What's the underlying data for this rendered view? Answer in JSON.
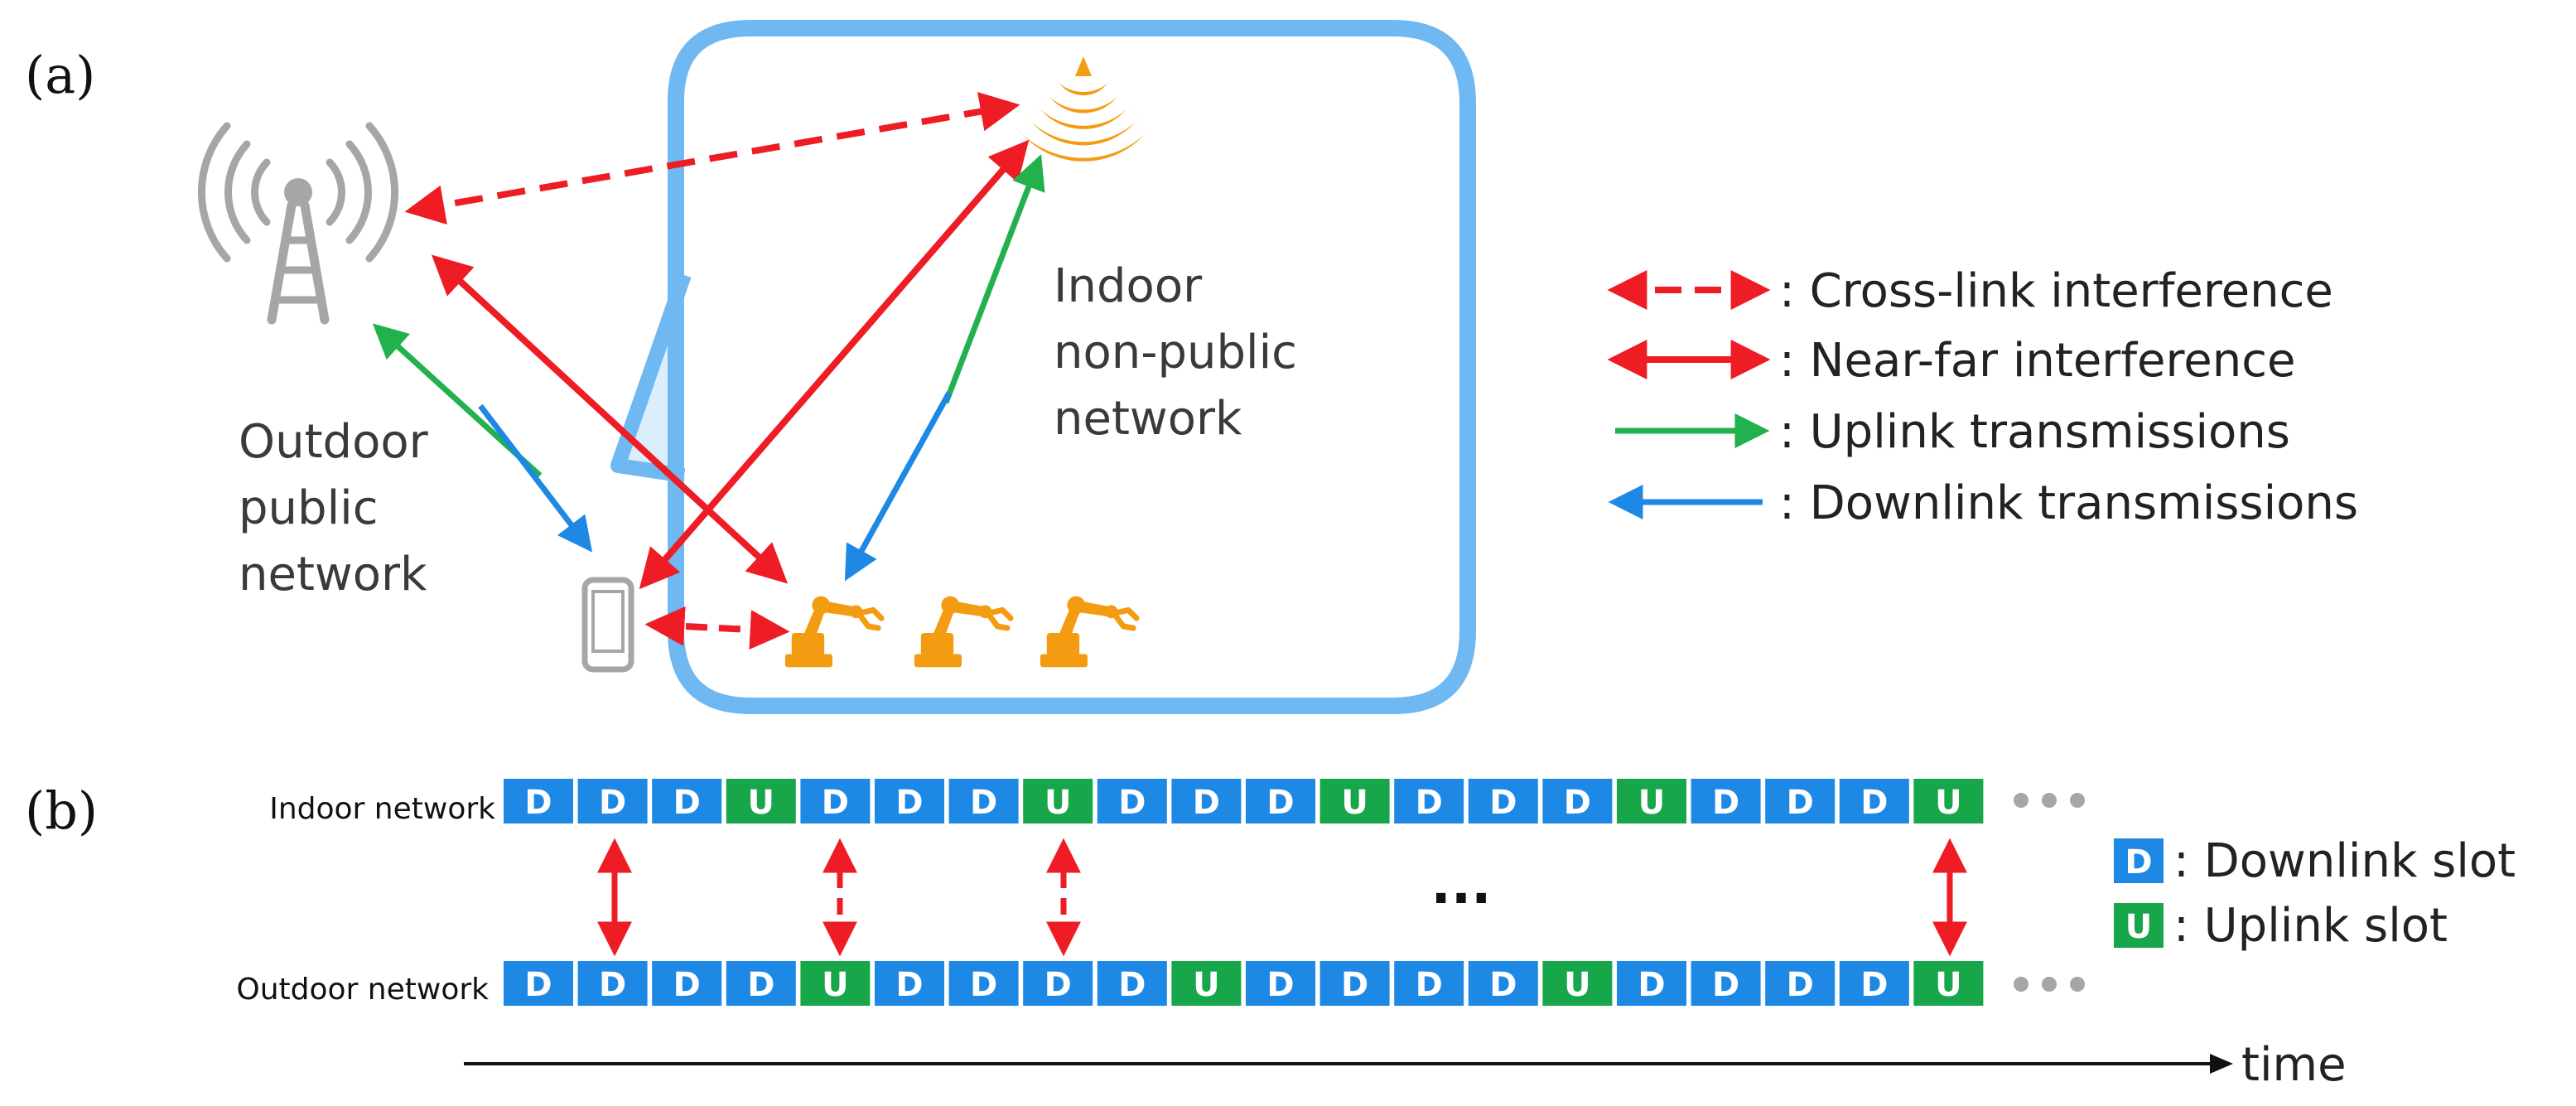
{
  "panel_a": {
    "label": "(a)",
    "indoor_label": [
      "Indoor",
      "non-public",
      "network"
    ],
    "outdoor_label": [
      "Outdoor",
      "public",
      "network"
    ]
  },
  "legend": [
    {
      "text": ": Cross-link interference",
      "style": "dashed-red",
      "color": "#ee1c24"
    },
    {
      "text": ": Near-far interference",
      "style": "solid-red",
      "color": "#ee1c24"
    },
    {
      "text": ": Uplink transmissions",
      "style": "green",
      "color": "#22b14c"
    },
    {
      "text": ": Downlink transmissions",
      "style": "blue",
      "color": "#1e88e5"
    }
  ],
  "panel_b": {
    "label": "(b)",
    "indoor_row_label": "Indoor network",
    "outdoor_row_label": "Outdoor network",
    "indoor_slots": [
      "D",
      "D",
      "D",
      "U",
      "D",
      "D",
      "D",
      "U",
      "D",
      "D",
      "D",
      "U",
      "D",
      "D",
      "D",
      "U",
      "D",
      "D",
      "D",
      "U"
    ],
    "outdoor_slots": [
      "D",
      "D",
      "D",
      "D",
      "U",
      "D",
      "D",
      "D",
      "D",
      "U",
      "D",
      "D",
      "D",
      "D",
      "U",
      "D",
      "D",
      "D",
      "D",
      "U"
    ],
    "ellipsis_middle": "...",
    "legend": [
      {
        "slot": "D",
        "text": ": Downlink slot"
      },
      {
        "slot": "U",
        "text": ": Uplink slot"
      }
    ],
    "time_label": "time"
  },
  "colors": {
    "downlink_slot": "#1e88e5",
    "uplink_slot": "#17a64a",
    "building": "#6fb8f1",
    "building_fill": "#dbeefc",
    "tower": "#a6a6a6",
    "phone": "#a6a6a6",
    "robot": "#f39c12",
    "red": "#ee1c24",
    "green": "#22b14c",
    "blue": "#1e88e5"
  }
}
